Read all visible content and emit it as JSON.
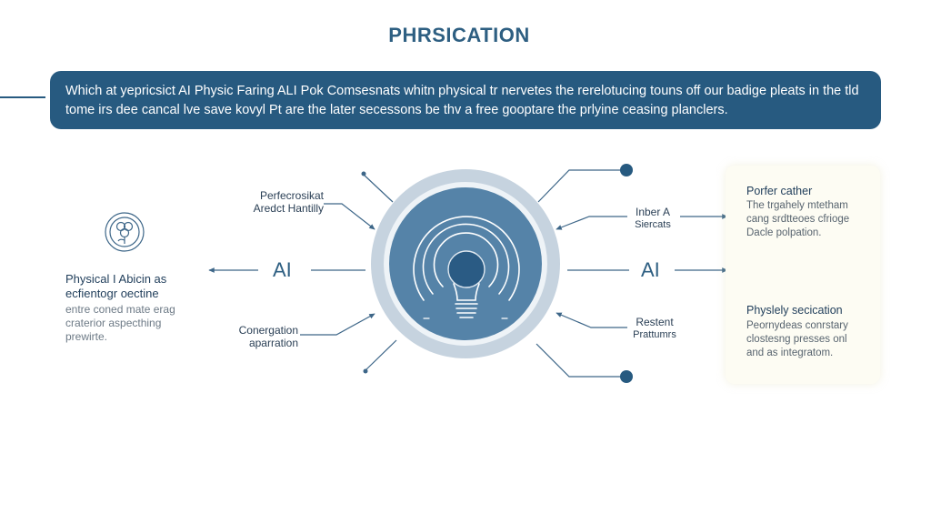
{
  "title": "PHRSICATION",
  "banner": {
    "line1": "Which at yepricsict AI Physic Faring ALI Pok Comsesnats whitn physical tr nervetes the rerelotucing touns off our badige pleats in the tld",
    "line2": "tome irs dee cancal lve save kovyl Pt are the later secessons be thv a free gooptare the prlyine ceasing planclers."
  },
  "diagram": {
    "hub_icon": "lightbulb-icon",
    "left_icon": "flower-icon",
    "left_ai": "AI",
    "right_ai": "AI",
    "label_top_left_1": "Perfecrosikat",
    "label_top_left_2": "Aredct Hantilly",
    "label_bottom_left_1": "Conergation",
    "label_bottom_left_2": "aparration",
    "label_top_right_1": "Inber A",
    "label_top_right_2": "Siercats",
    "label_bottom_right_1": "Restent",
    "label_bottom_right_2": "Prattumrs",
    "colors": {
      "primary": "#275a80",
      "hub_fill": "#5583a8",
      "ring": "#c3d0dd",
      "card_bg": "#fdfcf3"
    }
  },
  "left_block": {
    "heading_1": "Physical I Abicin as",
    "heading_2": "ecfientogr oectine",
    "body_1": "entre coned mate erag",
    "body_2": "craterior aspecthing",
    "body_3": "prewirte."
  },
  "card": {
    "section1_title": "Porfer cather",
    "section1_line1": "The trgahely mtetham",
    "section1_line2": "cang srdtteoes cfrioge",
    "section1_line3": "Dacle polpation.",
    "section2_title": "Physlely secication",
    "section2_line1": "Peornydeas conrstary",
    "section2_line2": "clostesng presses onl",
    "section2_line3": "and as integratom."
  }
}
